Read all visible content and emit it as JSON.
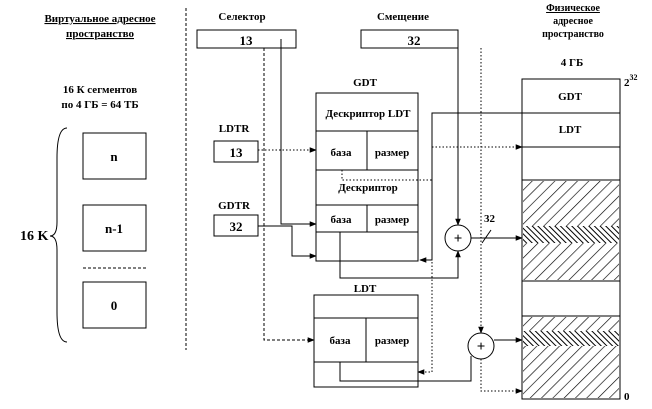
{
  "virtual_space": {
    "title_line1": "Виртуальное адресное",
    "title_line2": "пространство",
    "segments_line1": "16 К сегментов",
    "segments_line2": "по 4 ГБ = 64 ТБ",
    "count_label": "16 K",
    "segment_n": "n",
    "segment_n_minus_1": "n-1",
    "segment_zero": "0"
  },
  "selector": {
    "title": "Селектор",
    "value": "13"
  },
  "offset": {
    "title": "Смещение",
    "value": "32"
  },
  "registers": {
    "ldtr_label": "LDTR",
    "ldtr_value": "13",
    "gdtr_label": "GDTR",
    "gdtr_value": "32"
  },
  "gdt": {
    "title": "GDT",
    "ldt_descriptor": "Дескриптор LDT",
    "descriptor": "Дескриптор",
    "base": "база",
    "size": "размер"
  },
  "ldt": {
    "title": "LDT",
    "base": "база",
    "size": "размер"
  },
  "adders": {
    "plus": "+",
    "bus_width": "32"
  },
  "physical_space": {
    "title_line1": "Физическое",
    "title_line2": "адресное",
    "title_line3": "пространство",
    "capacity": "4 ГБ",
    "top_base": "2",
    "top_exp": "32",
    "bottom": "0",
    "gdt_label": "GDT",
    "ldt_label": "LDT"
  }
}
